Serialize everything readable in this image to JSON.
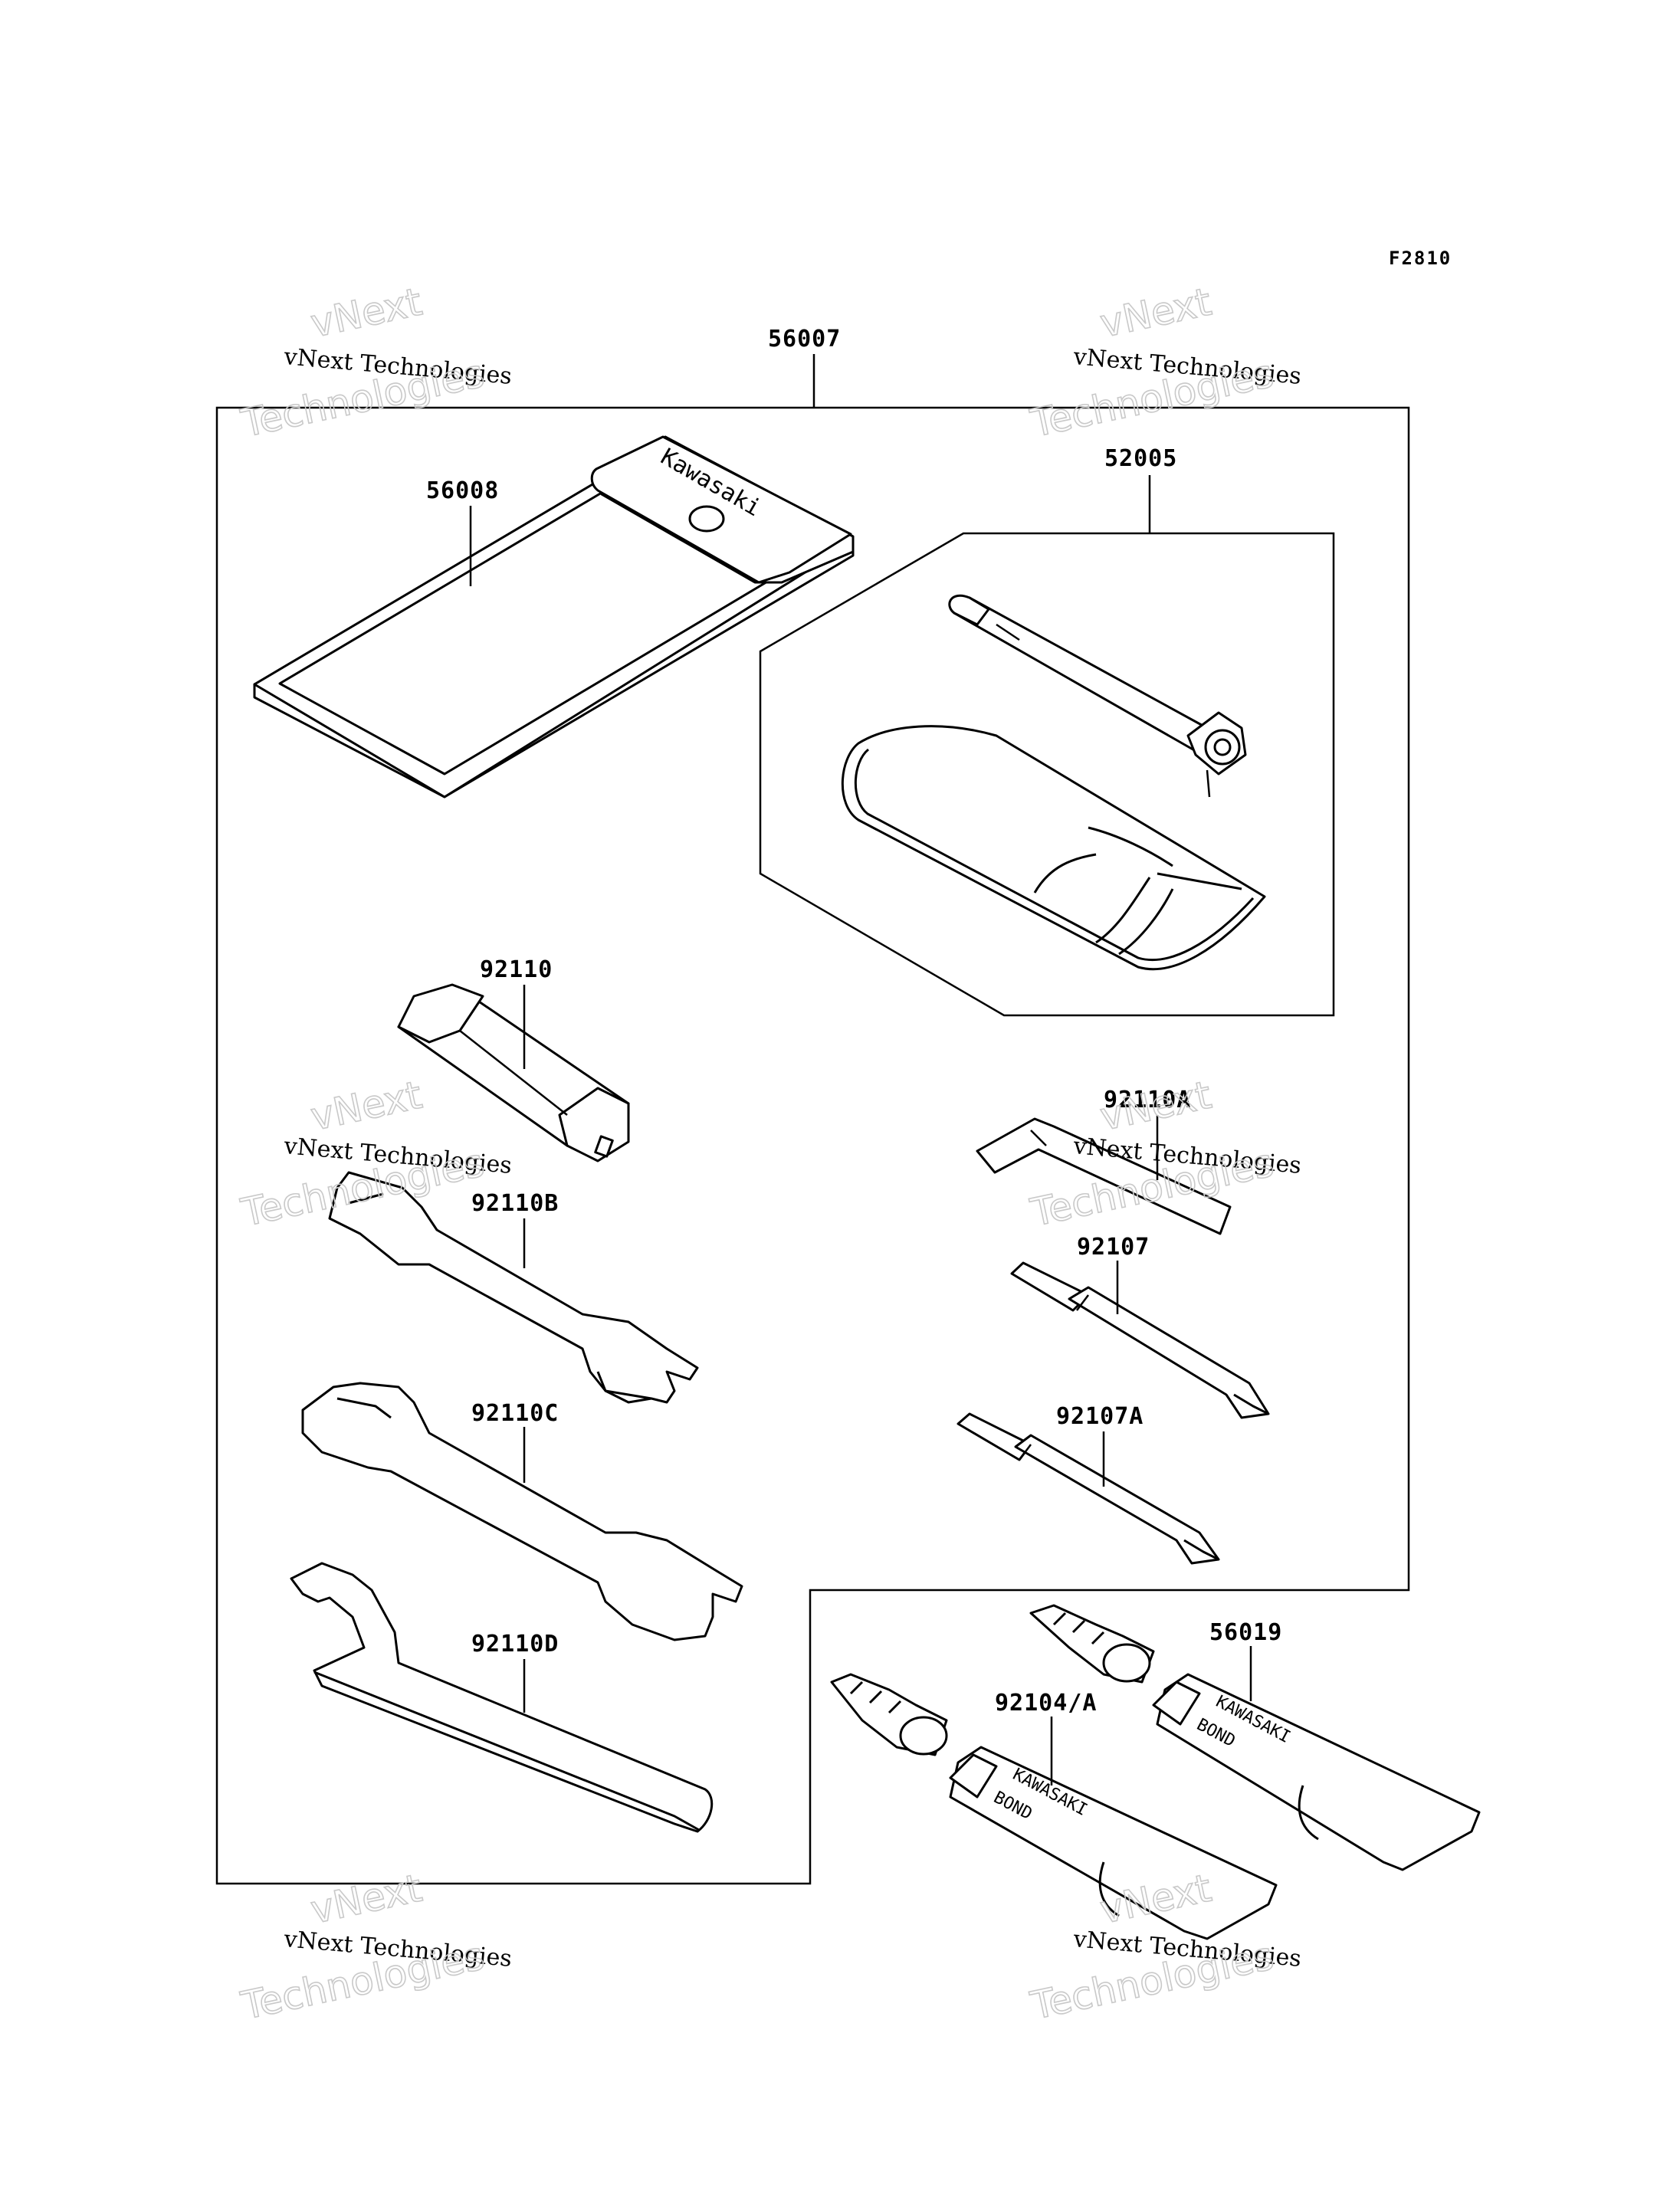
{
  "figure_code": "F2810",
  "parts": {
    "p56007": "56007",
    "p56008": "56008",
    "p52005": "52005",
    "p92110": "92110",
    "p92110A": "92110A",
    "p92110B": "92110B",
    "p92107": "92107",
    "p92110C": "92110C",
    "p92107A": "92107A",
    "p92110D": "92110D",
    "p56019": "56019",
    "p92104A": "92104/A"
  },
  "markings": {
    "pouch_brand": "Kawasaki",
    "tube_brand": "KAWASAKI",
    "tube_label": "BOND"
  },
  "watermark": {
    "line1": "vNext",
    "line2": "vNext Technologies",
    "line3": "Technologies"
  }
}
